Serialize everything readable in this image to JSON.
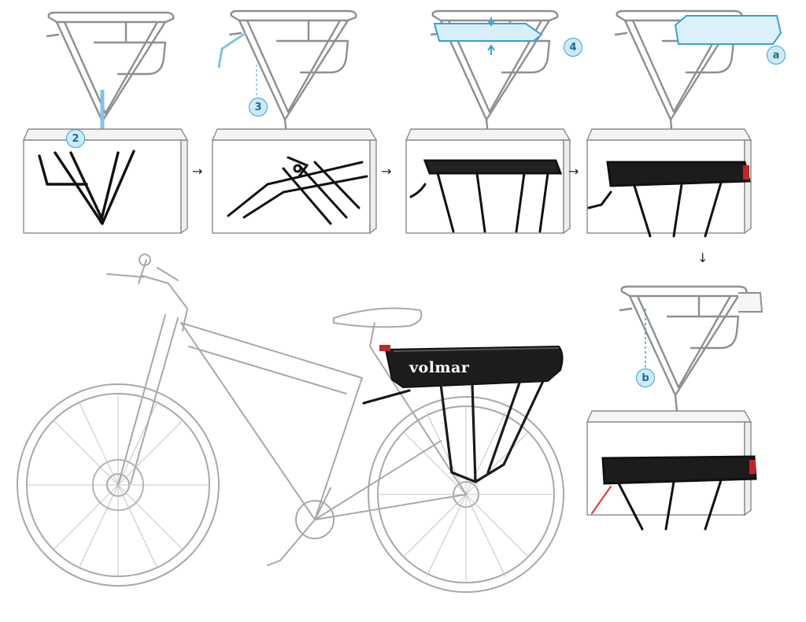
{
  "markers": {
    "m2": "2",
    "m3": "3",
    "m4": "4",
    "ma": "a",
    "mb": "b"
  },
  "brand_label": "volmar",
  "colors": {
    "line": "#9a9a9a",
    "highlight": "#3aa0d4",
    "photo_dark": "#1c1c1c",
    "panel_border": "#8a8a8a"
  },
  "icons": {
    "flow_arrow": "→",
    "down_arrow": "↓"
  }
}
